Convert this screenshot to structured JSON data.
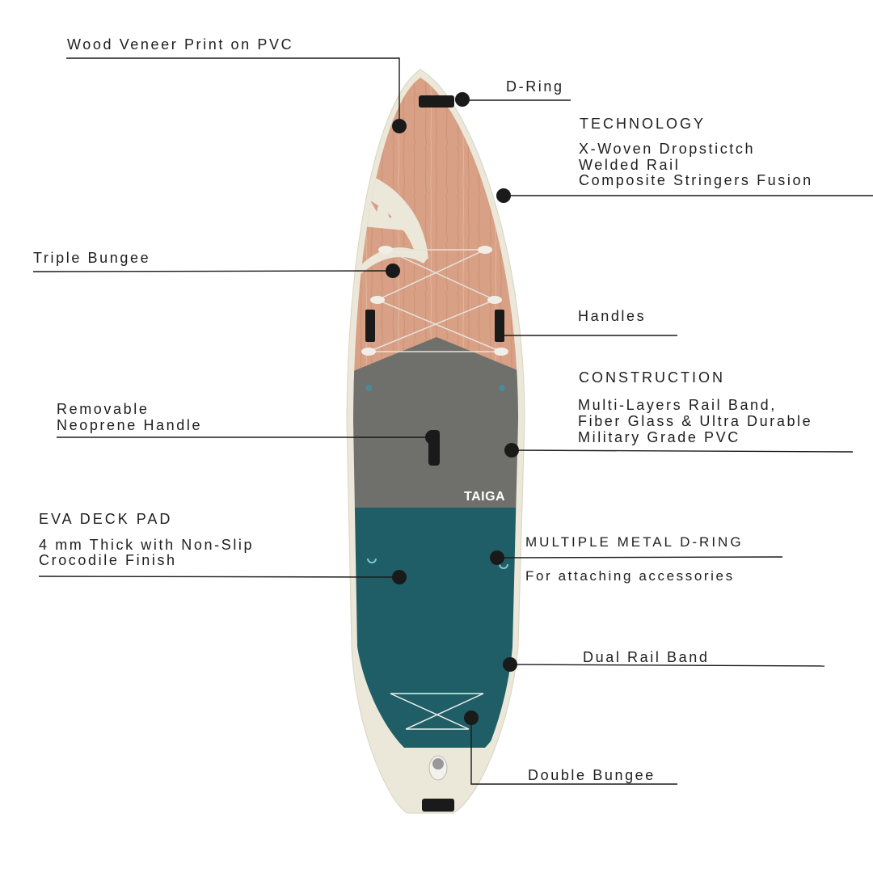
{
  "title": "Inflatable SUP board feature diagram",
  "brand": "TAIGA",
  "colors": {
    "wood": "#d79e82",
    "gray": "#6f6f6c",
    "teal": "#1f5e66",
    "rim": "#ebe7d9",
    "line": "#1a1a1a"
  },
  "callouts": {
    "wood_veneer": "Wood Veneer Print on PVC",
    "d_ring": "D-Ring",
    "technology": {
      "heading": "TECHNOLOGY",
      "lines": [
        "X-Woven Dropstictch",
        "Welded Rail",
        "Composite Stringers Fusion"
      ]
    },
    "triple_bungee": "Triple Bungee",
    "handles": "Handles",
    "construction": {
      "heading": "CONSTRUCTION",
      "lines": [
        "Multi-Layers Rail Band,",
        "Fiber Glass & Ultra Durable",
        "Military Grade PVC"
      ]
    },
    "neoprene_handle": {
      "lines": [
        "Removable",
        "Neoprene Handle"
      ]
    },
    "eva_deck_pad": {
      "heading": "EVA DECK PAD",
      "lines": [
        "4 mm Thick with Non-Slip",
        "Crocodile Finish"
      ]
    },
    "metal_d_ring": {
      "heading": "MULTIPLE METAL D-RING",
      "sub": "For attaching accessories"
    },
    "dual_rail_band": "Dual Rail Band",
    "double_bungee": "Double Bungee"
  }
}
